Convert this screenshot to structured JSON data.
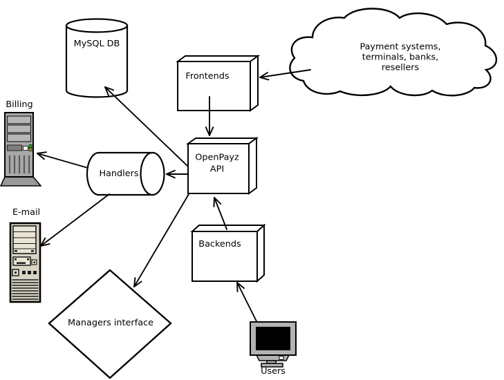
{
  "diagram": {
    "nodes": {
      "mysql_db": {
        "label": "MySQL DB",
        "shape": "database-cylinder"
      },
      "frontends": {
        "label": "Frontends",
        "shape": "box3d"
      },
      "openpayz_api": {
        "label_line1": "OpenPayz",
        "label_line2": "API",
        "shape": "box3d"
      },
      "backends": {
        "label": "Backends",
        "shape": "box3d"
      },
      "handlers": {
        "label": "Handlers",
        "shape": "horizontal-cylinder"
      },
      "managers_interface": {
        "label": "Managers interface",
        "shape": "diamond"
      },
      "payment_cloud": {
        "label_line1": "Payment systems,",
        "label_line2": "terminals, banks,",
        "label_line3": "resellers",
        "shape": "cloud"
      },
      "billing": {
        "label": "Billing",
        "shape": "tower-server"
      },
      "email": {
        "label": "E-mail",
        "shape": "tower-server"
      },
      "users": {
        "label": "Users",
        "shape": "desktop-computer"
      }
    },
    "connections": [
      {
        "from": "openpayz_api",
        "to": "mysql_db"
      },
      {
        "from": "openpayz_api",
        "to": "handlers"
      },
      {
        "from": "frontends",
        "to": "openpayz_api"
      },
      {
        "from": "payment_cloud",
        "to": "frontends"
      },
      {
        "from": "openpayz_api",
        "to": "managers_interface"
      },
      {
        "from": "backends",
        "to": "openpayz_api"
      },
      {
        "from": "users",
        "to": "backends"
      },
      {
        "from": "handlers",
        "to": "billing"
      },
      {
        "from": "handlers",
        "to": "email"
      }
    ],
    "colors": {
      "stroke": "#000000",
      "node_fill": "#ffffff",
      "billing_case_gray": "#a8a8a8",
      "billing_bay_gray": "#b6b6b6",
      "email_case_beige": "#d8d4c4",
      "email_bay_cream": "#e9e5d5",
      "monitor_gray": "#b3b3b3",
      "screen_black": "#000000",
      "led_green": "#00b800",
      "led_yellow": "#a3a300"
    }
  }
}
